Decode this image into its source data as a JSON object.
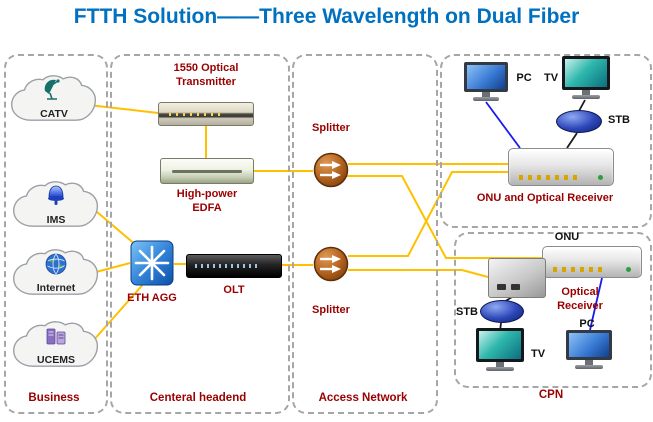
{
  "title": "FTTH Solution——Three Wavelength on Dual Fiber",
  "colors": {
    "title": "#0070C0",
    "label": "#990000",
    "wire": "#FFC000",
    "wire-blue": "#1a1aee",
    "wire-black": "#1b1b1b",
    "box-border": "#a6a6a6"
  },
  "zones": {
    "business": "Business",
    "headend": "Centeral headend",
    "access": "Access Network",
    "cpn": "CPN"
  },
  "nodes": {
    "catv": "CATV",
    "ims": "IMS",
    "internet": "Internet",
    "ucems": "UCEMS",
    "transmitter": "1550 Optical Transmitter",
    "edfa": "High-power EDFA",
    "eth_agg": "ETH AGG",
    "olt": "OLT",
    "splitter_top": "Splitter",
    "splitter_bottom": "Splitter",
    "onu_optical_receiver": "ONU and Optical Receiver",
    "pc_top": "PC",
    "tv_top": "TV",
    "stb_top": "STB",
    "onu": "ONU",
    "optical_receiver": "Optical Receiver",
    "stb_bottom": "STB",
    "tv_bottom": "TV",
    "pc_bottom": "PC"
  }
}
